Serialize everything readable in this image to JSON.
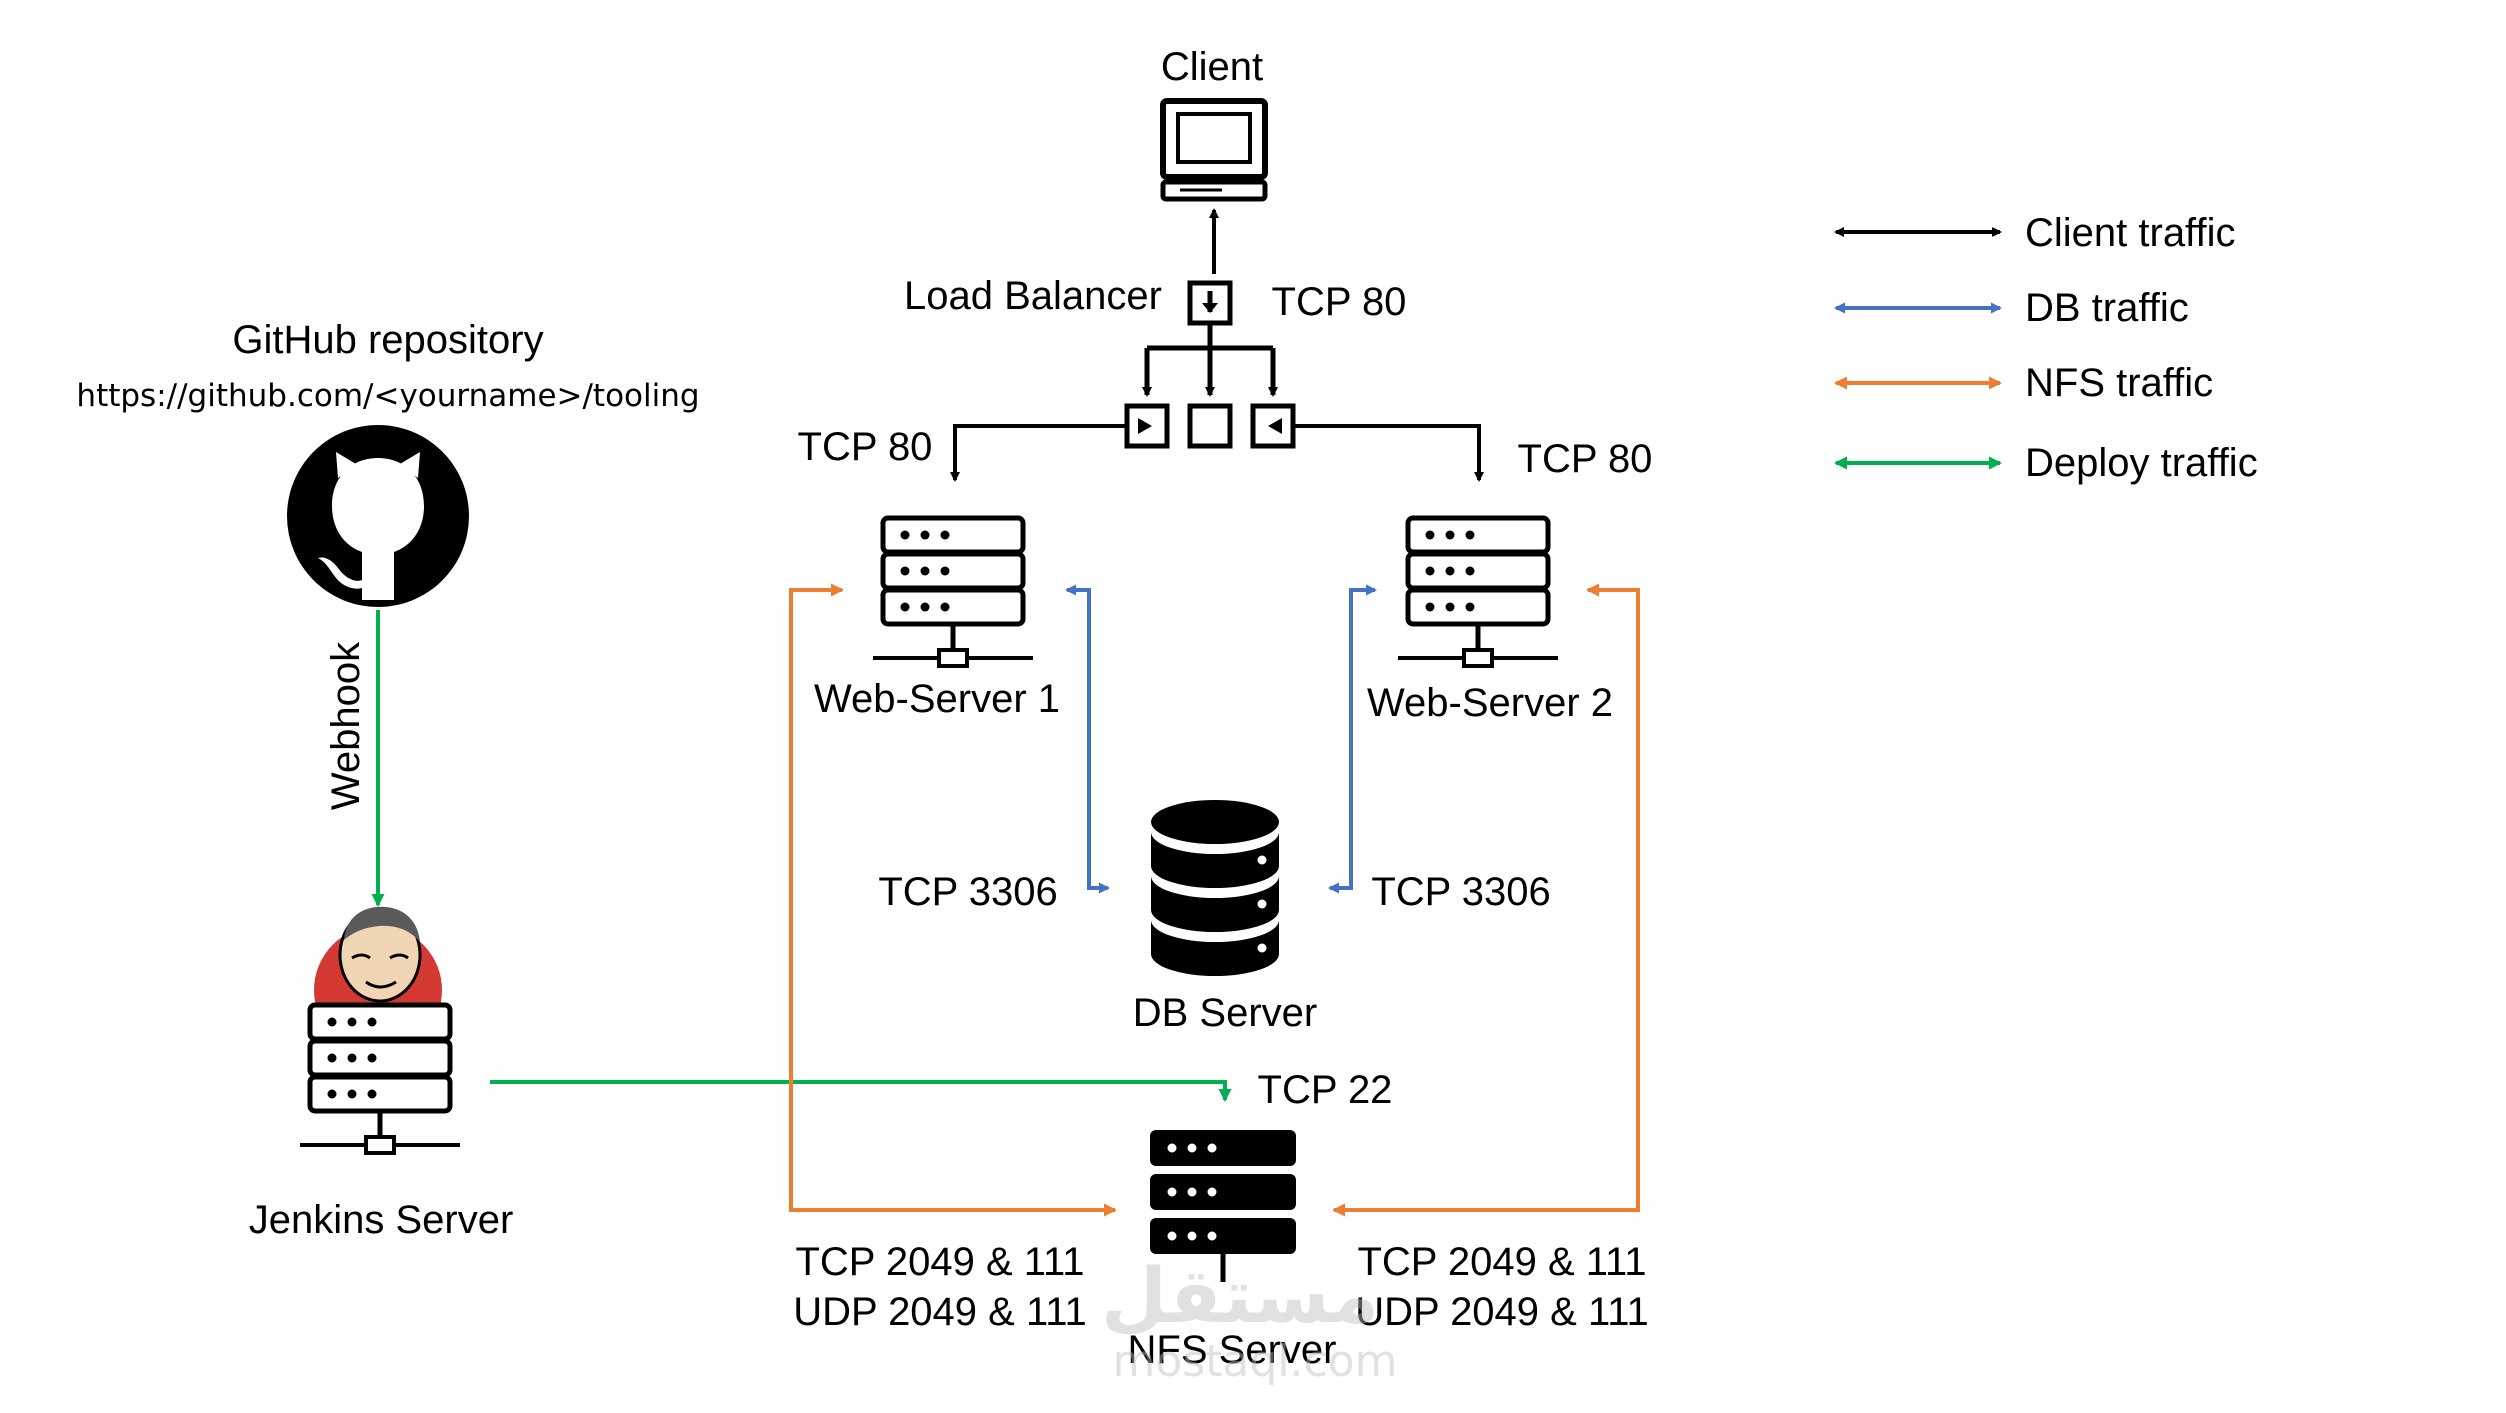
{
  "colors": {
    "client": "#000000",
    "db": "#4472c4",
    "nfs": "#ed7d31",
    "deploy": "#00b050"
  },
  "nodes": {
    "client": "Client",
    "load_balancer": "Load Balancer",
    "web_server_1": "Web-Server 1",
    "web_server_2": "Web-Server 2",
    "db_server": "DB Server",
    "nfs_server": "NFS Server",
    "jenkins_server": "Jenkins Server",
    "github_repo": "GitHub repository",
    "github_url": "https://github.com/<yourname>/tooling"
  },
  "ports": {
    "lb": "TCP 80",
    "web1": "TCP 80",
    "web2": "TCP 80",
    "db_left": "TCP 3306",
    "db_right": "TCP 3306",
    "nfs_ssh": "TCP 22",
    "nfs_left_tcp": "TCP 2049 & 111",
    "nfs_left_udp": "UDP 2049 & 111",
    "nfs_right_tcp": "TCP 2049 & 111",
    "nfs_right_udp": "UDP 2049 & 111"
  },
  "edges": {
    "webhook": "Webhook"
  },
  "legend": [
    {
      "label": "Client traffic",
      "color_key": "client"
    },
    {
      "label": "DB traffic",
      "color_key": "db"
    },
    {
      "label": "NFS traffic",
      "color_key": "nfs"
    },
    {
      "label": "Deploy traffic",
      "color_key": "deploy"
    }
  ],
  "watermark": {
    "arabic": "مستقل",
    "latin": "mostaql.com"
  },
  "icons": [
    "monitor-icon",
    "server-rack-icon",
    "database-icon",
    "github-octocat-icon",
    "jenkins-butler-icon"
  ]
}
